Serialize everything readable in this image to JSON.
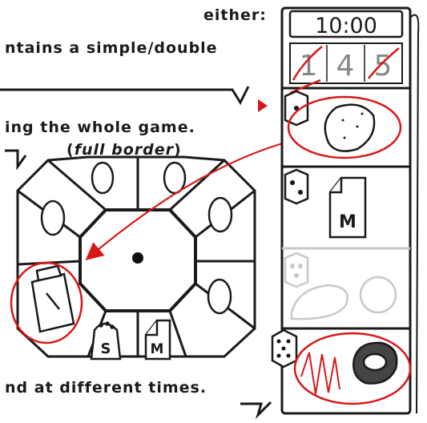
{
  "text": {
    "line1": "either:",
    "line2": "ntains a simple/double",
    "line3": "ing the whole game.",
    "line4_open": "(",
    "line4_em": "full border",
    "line4_close": ")",
    "line5": "nd at different times."
  },
  "timer": {
    "clock": "10:00",
    "digits": [
      "1",
      "4",
      "5"
    ],
    "crossed_digits": [
      "1",
      "5"
    ]
  },
  "tiles": {
    "salt_letter": "S",
    "milk_letter": "M"
  },
  "colors": {
    "ink": "#1a1a1a",
    "annotation_red": "#d81818",
    "faded": "#c8c8c8"
  },
  "icons": [
    "potato-icon",
    "milk-carton-icon",
    "meat-icon",
    "tomato-icon",
    "steak-icon",
    "egg-icon",
    "flour-bag-icon",
    "salt-shaker-icon",
    "die-icon"
  ]
}
